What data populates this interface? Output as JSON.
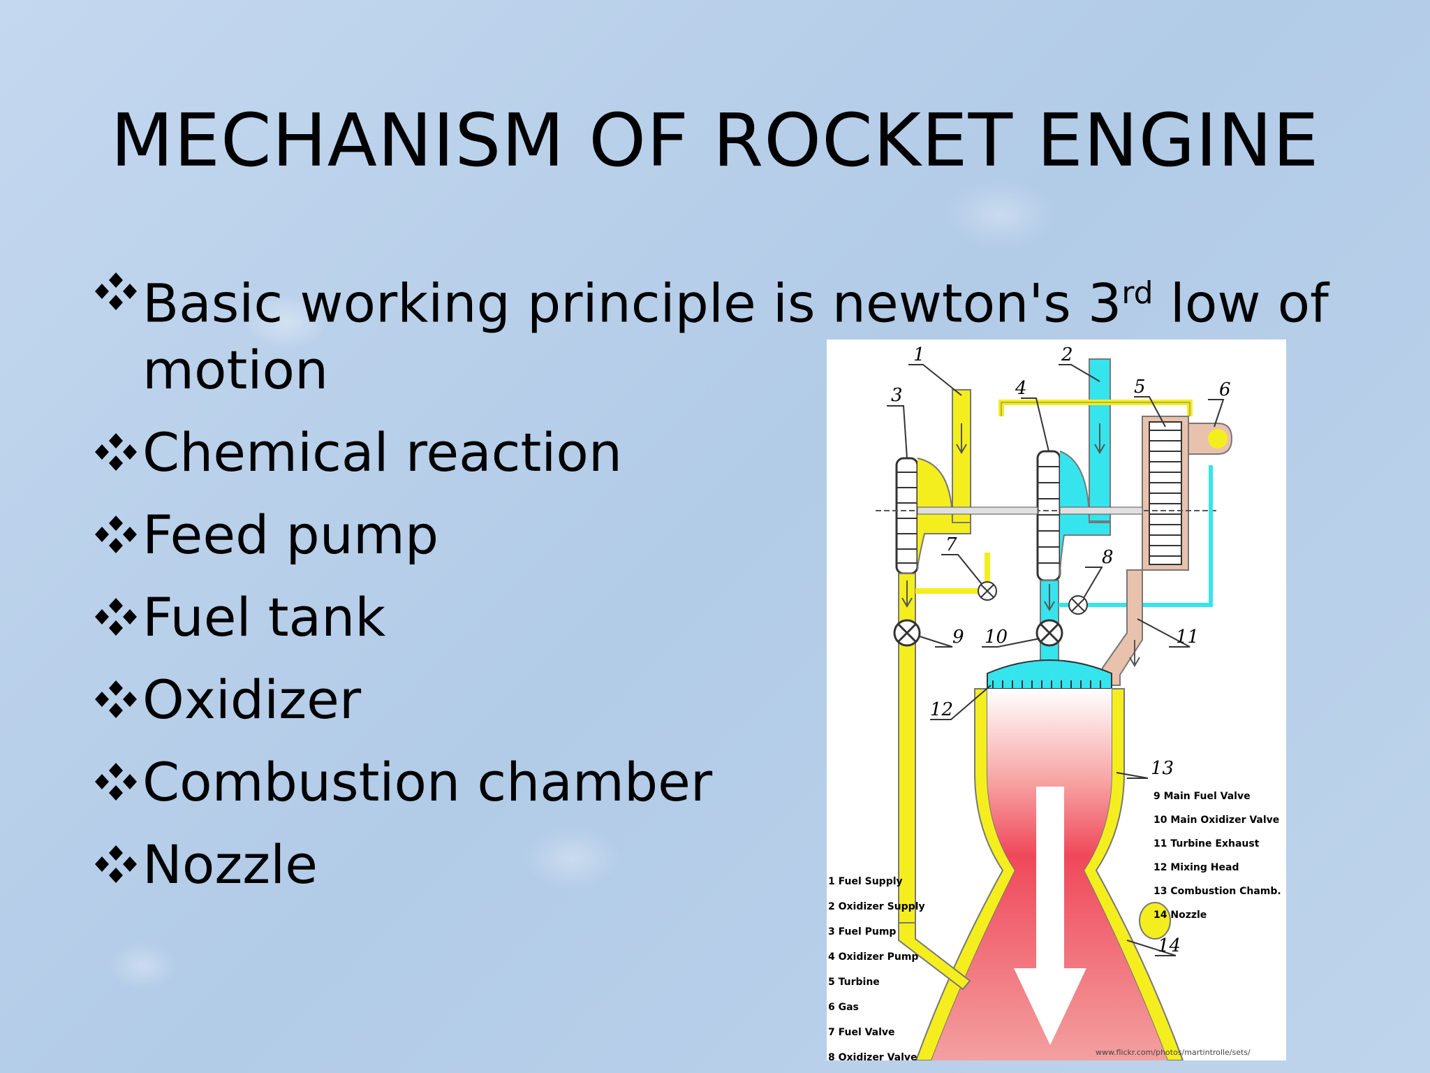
{
  "slide": {
    "title": "MECHANISM OF ROCKET ENGINE",
    "bullets": [
      {
        "text": "Basic working principle is newton's 3",
        "sup": "rd",
        "tail": " low of motion"
      },
      {
        "text": "Chemical reaction"
      },
      {
        "text": "Feed pump"
      },
      {
        "text": "Fuel tank"
      },
      {
        "text": "Oxidizer"
      },
      {
        "text": "Combustion chamber"
      },
      {
        "text": "Nozzle"
      }
    ]
  },
  "diagram": {
    "numbers": [
      "1",
      "2",
      "3",
      "4",
      "5",
      "6",
      "7",
      "8",
      "9",
      "10",
      "11",
      "12",
      "13",
      "14"
    ],
    "legend_left": [
      "1 Fuel Supply",
      "2 Oxidizer Supply",
      "3 Fuel Pump",
      "4 Oxidizer Pump",
      "5 Turbine",
      "6 Gas",
      "7 Fuel Valve",
      "8 Oxidizer Valve"
    ],
    "legend_right": [
      "9 Main Fuel Valve",
      "10 Main Oxidizer Valve",
      "11 Turbine Exhaust",
      "12 Mixing Head",
      "13 Combustion Chamb.",
      "14 Nozzle"
    ],
    "credit": "www.flickr.com/photos/martintrolle/sets/",
    "colors": {
      "fuel": "#f5ee1e",
      "oxidizer": "#36e4ee",
      "exhaust": "#e9c2ad",
      "flame": "#f0485a"
    }
  }
}
